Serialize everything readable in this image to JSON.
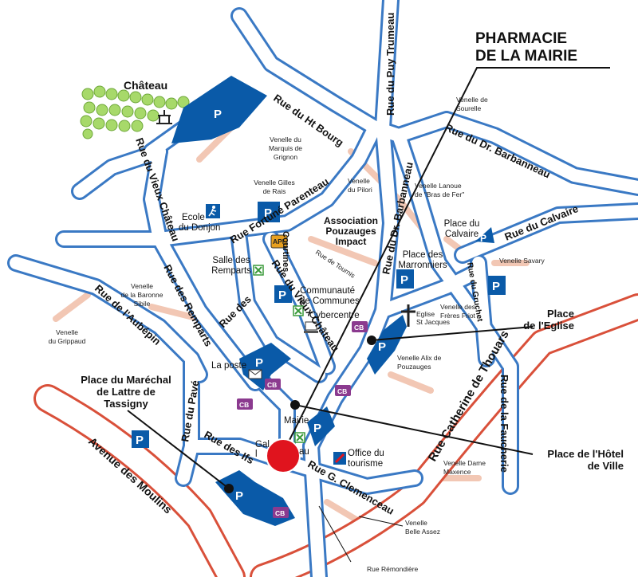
{
  "colors": {
    "road_fill": "#ffffff",
    "road_edge": "#3a79c4",
    "main_road_edge": "#d9503a",
    "alley": "#f2c7b4",
    "parking": "#0a5aa8",
    "cb_badge": "#8b3a8f",
    "highlight_dot": "#e0141e",
    "trees": "#a7d96a"
  },
  "title": {
    "line1": "PHARMACIE",
    "line2": "DE LA MAIRIE"
  },
  "callouts": {
    "marechal": [
      "Place du Maréchal",
      "de Lattre de",
      "Tassigny"
    ],
    "eglise": [
      "Place",
      "de l'Eglise"
    ],
    "hotel_de_ville": [
      "Place de l'Hôtel",
      "de Ville"
    ]
  },
  "streets": {
    "ht_bourg": "Rue du Ht Bourg",
    "puy_trumeau": "Rue du Puy Trumeau",
    "dr_barbanneau_1": "Rue du Dr. Barbanneau",
    "dr_barbanneau_2": "Rue du Dr. Barbanneau",
    "vieux_chateau_1": "Rue du Vieux Château",
    "vieux_chateau_2": "Rue du Vieux Château",
    "fortune": "Rue Fortuné Parenteau",
    "calvaire": "Rue du Calvaire",
    "aubepin": "Rue de l'Aubépin",
    "remparts_1": "Rue des Remparts",
    "remparts_2": "Rue des",
    "courtines": "Courtines",
    "catherine": "Rue Catherine de Thouars",
    "faucherie": "Rue de la Faucherie",
    "pave": "Rue du Pavé",
    "ifs": "Rue des Ifs",
    "clemenceau": "Rue G. Clemenceau",
    "moulins": "Avenue des Moulins",
    "gruchet": "Rue du Gruchet"
  },
  "small_labels": {
    "sourelle": [
      "Venelle de",
      "Sourelle"
    ],
    "marquis": [
      "Venelle du",
      "Marquis de",
      "Grignon"
    ],
    "pilori": [
      "Venelle",
      "du Pilori"
    ],
    "lanoue": [
      "Venelle Lanoue",
      "de \"Bras de Fer\""
    ],
    "rais": [
      "Venelle Gilles",
      "de Rais"
    ],
    "tournis": "Rue de Tournis",
    "savary": "Venelle Savary",
    "freres_friot": [
      "Venelle des",
      "Frères Friot"
    ],
    "baronne": [
      "Venelle",
      "de la Baronne",
      "Sibile"
    ],
    "grippaud": [
      "Venelle",
      "du Grippaud"
    ],
    "alix": [
      "Venelle Alix de",
      "Pouzauges"
    ],
    "maxence": [
      "Venelle Dame",
      "Maxence"
    ],
    "belle_assez": [
      "Venelle",
      "Belle Assez"
    ],
    "remondiere": "Rue Rémondière",
    "eglise_st_jacques": [
      "Eglise",
      "St Jacques"
    ]
  },
  "places": {
    "chateau": "Château",
    "ecole": [
      "Ecole",
      "du Donjon"
    ],
    "association": [
      "Association",
      "Pouzauges",
      "Impact"
    ],
    "salle": [
      "Salle des",
      "Remparts"
    ],
    "communaute": [
      "Communauté",
      "de Communes"
    ],
    "cybercentre": "Cybercentre",
    "poste": "La poste",
    "calvaire": [
      "Place du",
      "Calvaire"
    ],
    "marronniers": [
      "Place des",
      "Marronniers"
    ],
    "mairie": "Mairie",
    "galerie": [
      "Gal",
      "l"
    ],
    "galerie_right": "au",
    "office": [
      "Office du",
      "tourisme"
    ]
  },
  "badges": {
    "parking": "P",
    "cb": "CB",
    "api": "API"
  }
}
